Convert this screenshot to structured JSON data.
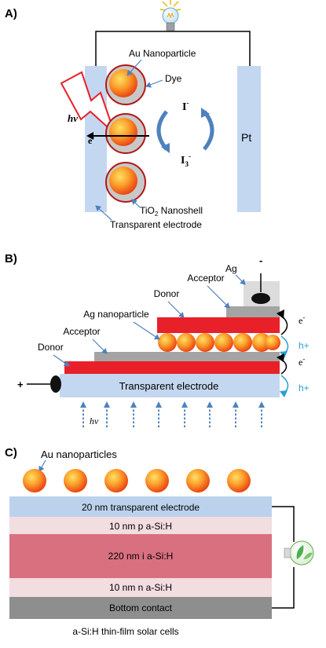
{
  "panel_a": {
    "label": "A)",
    "hv": "hv",
    "electron": "e",
    "electron_sup": "-",
    "au_nanoparticle": "Au Nanoparticle",
    "dye": "Dye",
    "iodide": "I",
    "iodide_sup": "-",
    "triiodide": "I",
    "triiodide_sub": "3",
    "triiodide_sup": "-",
    "pt": "Pt",
    "tio2_prefix": "TiO",
    "tio2_sub": "2",
    "tio2_suffix": " Nanoshell",
    "transparent_electrode": "Transparent electrode"
  },
  "panel_b": {
    "label": "B)",
    "ag": "Ag",
    "acceptor_top": "Acceptor",
    "donor_top": "Donor",
    "ag_nanoparticle": "Ag nanoparticle",
    "acceptor_bottom": "Acceptor",
    "donor_bottom": "Donor",
    "transparent_electrode": "Transparent electrode",
    "electron_top": "e",
    "electron_top_sup": "-",
    "hole_top": "h+",
    "electron_bottom": "e",
    "electron_bottom_sup": "-",
    "hole_bottom": "h+",
    "plus": "+",
    "minus": "-",
    "hv": "hv"
  },
  "panel_c": {
    "label": "C)",
    "au_nanoparticles": "Au nanoparticles",
    "layers": [
      {
        "label": "20 nm transparent electrode",
        "color": "#bcd2ec"
      },
      {
        "label": "10 nm p a-Si:H",
        "color": "#f2dde1"
      },
      {
        "label": "220 nm i a-Si:H",
        "color": "#d9707f"
      },
      {
        "label": "10 nm n a-Si:H",
        "color": "#f2dde1"
      },
      {
        "label": "Bottom contact",
        "color": "#8e8e8e"
      }
    ],
    "caption": "a-Si:H thin-film solar cells"
  },
  "colors": {
    "electrode_blue": "#c4d7f0",
    "red_layer": "#e8202a",
    "gray_layer": "#a4a4a4",
    "arrow_blue": "#4f81bd",
    "cyan": "#2a9fd6"
  }
}
